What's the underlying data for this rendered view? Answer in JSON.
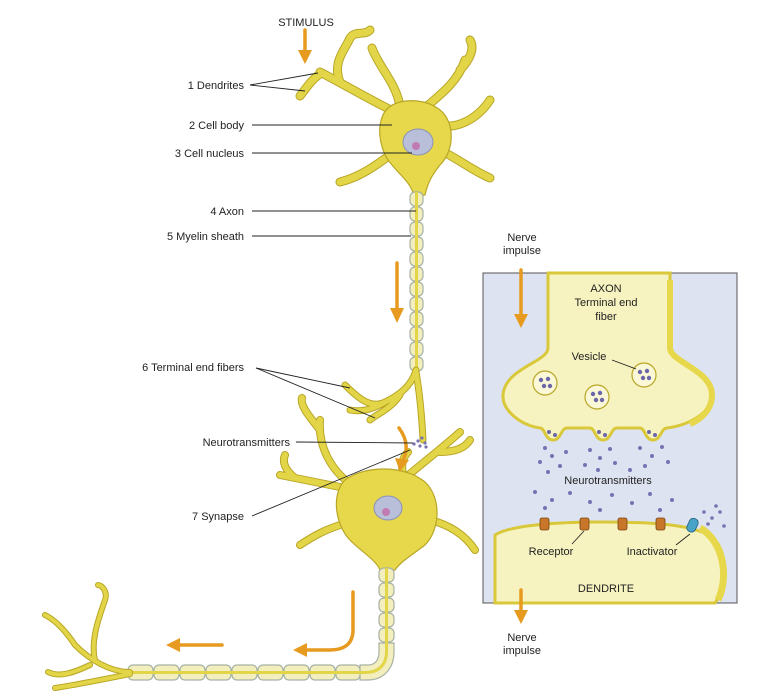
{
  "labels": {
    "stimulus": "STIMULUS",
    "dendrites": "1 Dendrites",
    "cell_body": "2 Cell body",
    "cell_nucleus": "3 Cell nucleus",
    "axon": "4 Axon",
    "myelin_sheath": "5 Myelin sheath",
    "terminal_end_fibers": "6 Terminal end fibers",
    "neurotransmitters": "Neurotransmitters",
    "synapse": "7 Synapse"
  },
  "inset": {
    "nerve_impulse_top_line1": "Nerve",
    "nerve_impulse_top_line2": "impulse",
    "axon_title": "AXON",
    "axon_sub1": "Terminal end",
    "axon_sub2": "fiber",
    "vesicle": "Vesicle",
    "neurotransmitters": "Neurotransmitters",
    "receptor": "Receptor",
    "inactivator": "Inactivator",
    "dendrite": "DENDRITE",
    "nerve_impulse_bottom_line1": "Nerve",
    "nerve_impulse_bottom_line2": "impulse"
  },
  "colors": {
    "neuron": "#e6d84a",
    "myelin": "#f3eebd",
    "arrow": "#e69a1f",
    "inset_background": "#dde3f0",
    "vesicle_dots": "#6b67a8",
    "receptor": "#c8762a",
    "inactivator": "#4aa3c8"
  }
}
